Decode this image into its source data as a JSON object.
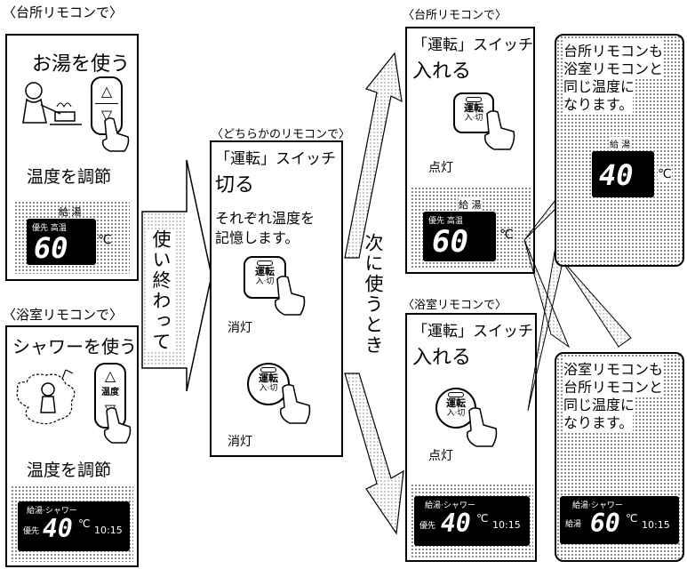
{
  "kitchen_left": {
    "caption": "〈台所リモコンで〉",
    "title": "お湯を使う",
    "subtitle": "温度を調節",
    "display_header": "給 湯",
    "display_mode": "優先 高温",
    "display_temp": "60",
    "display_unit": "℃"
  },
  "bath_left": {
    "caption": "〈浴室リモコンで〉",
    "title": "シャワーを使う",
    "subtitle": "温度を調節",
    "button_label": "温度",
    "display_header": "給湯·シャワー",
    "display_mode": "優先",
    "display_temp": "40",
    "display_unit": "℃",
    "display_time": "10:15"
  },
  "arrow_left_label": "使い終わって",
  "middle": {
    "caption": "〈どちらかのリモコンで〉",
    "title_line1": "「運転」スイッチ",
    "title_line2": "切る",
    "note_line1": "それぞれ温度を",
    "note_line2": "記憶します。",
    "button_label": "運転",
    "button_sub": "入·切",
    "lamp_off_1": "消灯",
    "lamp_off_2": "消灯"
  },
  "arrow_right_label": "次に使うとき",
  "kitchen_right": {
    "caption": "〈台所リモコンで〉",
    "title_line1": "「運転」スイッチ",
    "title_line2": "入れる",
    "button_label": "運転",
    "button_sub": "入·切",
    "lamp_on": "点灯",
    "display_header": "給 湯",
    "display_mode": "優先 高温",
    "display_temp": "60",
    "display_unit": "℃"
  },
  "bath_right": {
    "caption": "〈浴室リモコンで〉",
    "title_line1": "「運転」スイッチ",
    "title_line2": "入れる",
    "button_label": "運転",
    "button_sub": "入·切",
    "lamp_on": "点灯",
    "display_header": "給湯·シャワー",
    "display_mode": "優先",
    "display_temp": "40",
    "display_unit": "℃",
    "display_time": "10:15"
  },
  "callout_top": {
    "line1": "台所リモコンも",
    "line2": "浴室リモコンと",
    "line3": "同じ温度に",
    "line4": "なります。",
    "display_header": "給 湯",
    "display_temp": "40",
    "display_unit": "℃"
  },
  "callout_bottom": {
    "line1": "浴室リモコンも",
    "line2": "台所リモコンと",
    "line3": "同じ温度に",
    "line4": "なります。",
    "display_header": "給湯·シャワー",
    "display_mode": "給湯",
    "display_temp": "60",
    "display_unit": "℃",
    "display_time": "10:15"
  }
}
